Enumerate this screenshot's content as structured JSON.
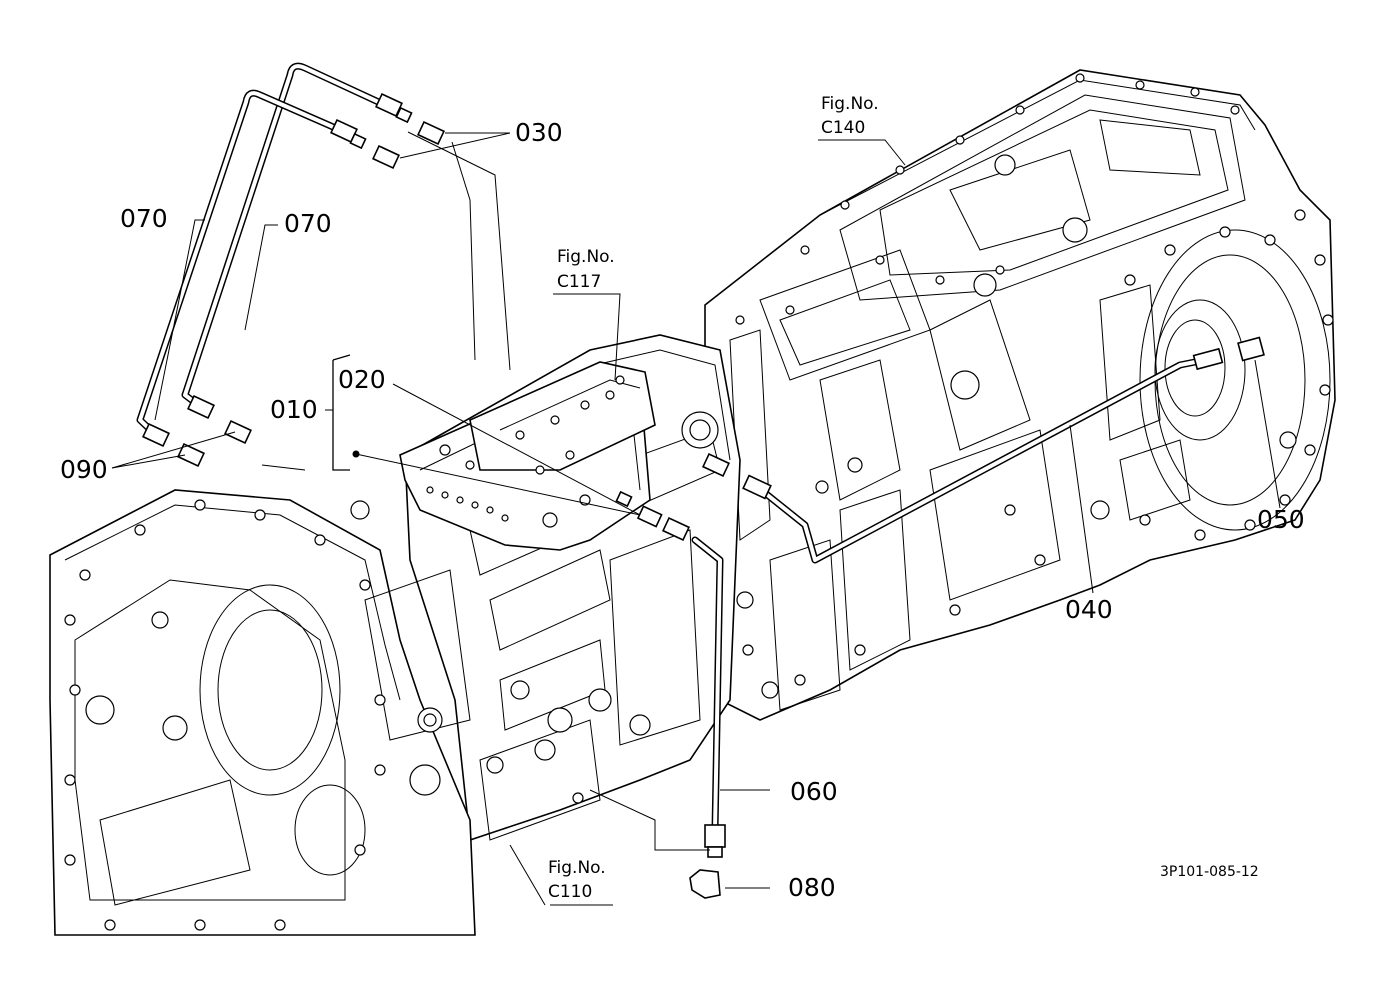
{
  "diagram": {
    "part_labels": {
      "p010": "010",
      "p020": "020",
      "p030": "030",
      "p040": "040",
      "p050": "050",
      "p060": "060",
      "p070a": "070",
      "p070b": "070",
      "p080": "080",
      "p090": "090"
    },
    "figure_refs": [
      {
        "title": "Fig.No.",
        "code": "C140"
      },
      {
        "title": "Fig.No.",
        "code": "C117"
      },
      {
        "title": "Fig.No.",
        "code": "C110"
      }
    ],
    "drawing_code": "3P101-085-12"
  }
}
